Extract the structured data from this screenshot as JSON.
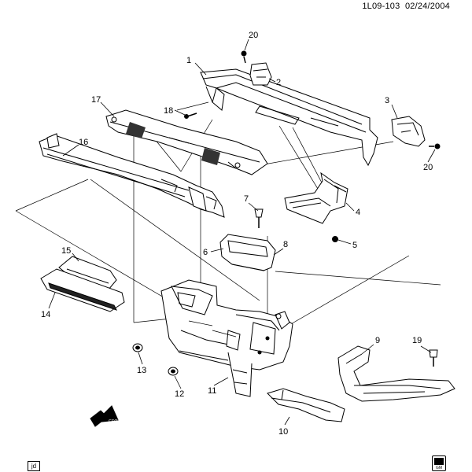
{
  "header": {
    "code": "1L09-103",
    "date": "02/24/2004"
  },
  "footer": {
    "initials": "jd",
    "stamp": "GM"
  },
  "frt_label": "FRT",
  "callouts": [
    "1",
    "2",
    "3",
    "4",
    "5",
    "6",
    "7",
    "8",
    "9",
    "10",
    "11",
    "12",
    "13",
    "14",
    "15",
    "16",
    "17",
    "18",
    "19",
    "20",
    "20"
  ]
}
